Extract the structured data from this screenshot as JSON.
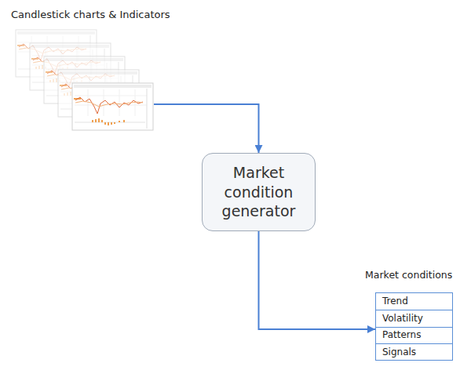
{
  "diagram": {
    "nodes": [
      {
        "text": [
          "Candlestick charts & Indicators"
        ]
      },
      {
        "text": [
          "Market condition generator"
        ]
      },
      {
        "text": [
          "Market conditions"
        ]
      },
      {
        "text": [
          "Trend"
        ],
        "in": 2
      },
      {
        "text": [
          "Volatility"
        ],
        "in": 2
      },
      {
        "text": [
          "Patterns"
        ],
        "in": 2
      },
      {
        "text": [
          "Signals"
        ],
        "in": 2
      }
    ],
    "edges": [
      {
        "from": 0,
        "to": 1,
        "arrow": "to"
      },
      {
        "from": 1,
        "to": 2,
        "arrow": "to"
      }
    ]
  }
}
